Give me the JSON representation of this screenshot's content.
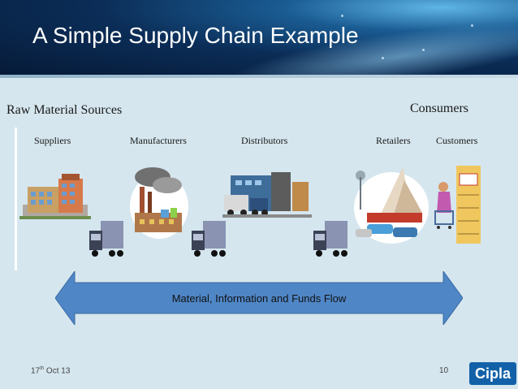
{
  "slide": {
    "title": "A Simple Supply Chain Example",
    "left_heading": "Raw Material Sources",
    "right_heading": "Consumers",
    "stages": [
      "Suppliers",
      "Manufacturers",
      "Distributors",
      "Retailers",
      "Customers"
    ],
    "flow_label": "Material, Information and Funds Flow",
    "footer": {
      "date_day": "17",
      "date_suffix": "th",
      "date_rest": " Oct 13",
      "page_number": "10",
      "logo_text": "Cipla"
    }
  },
  "colors": {
    "arrow_fill": "#4f86c6",
    "header_dark": "#0b2d57",
    "body_bg": "#d5e6ee",
    "logo_blue": "#1261a8"
  },
  "icons": [
    "factory-building-icon",
    "manufacturing-plant-icon",
    "distribution-center-icon",
    "retail-store-icon",
    "shopping-customer-icon",
    "delivery-truck-icon"
  ]
}
